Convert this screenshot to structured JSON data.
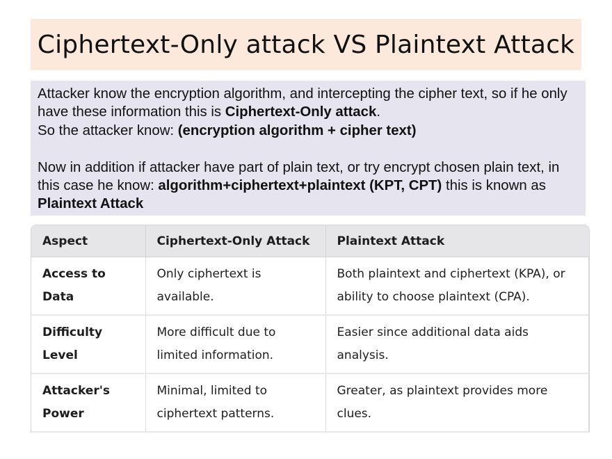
{
  "title": "Ciphertext-Only attack VS Plaintext Attack",
  "description": {
    "paragraph1": {
      "text_1": "Attacker know the encryption algorithm, and intercepting the cipher text, so if he only have these information this is ",
      "bold_1": "Ciphertext-Only attack",
      "text_2": "."
    },
    "paragraph2": {
      "text_1": "So the attacker know: ",
      "bold_1": "(encryption algorithm + cipher text)"
    },
    "paragraph3": {
      "text_1": "Now in addition if attacker have part of plain text, or try encrypt chosen plain text, in this case he know: ",
      "bold_1": "algorithm+ciphertext+plaintext (KPT, CPT)",
      "text_2": " this is known as ",
      "bold_2": "Plaintext Attack"
    }
  },
  "table": {
    "headers": [
      "Aspect",
      "Ciphertext-Only Attack",
      "Plaintext Attack"
    ],
    "rows": [
      {
        "aspect": "Access to Data",
        "ciphertext_only": "Only ciphertext is available.",
        "plaintext": "Both plaintext and ciphertext (KPA), or ability to choose plaintext (CPA)."
      },
      {
        "aspect": "Difficulty Level",
        "ciphertext_only": "More difficult due to limited information.",
        "plaintext": "Easier since additional data aids analysis."
      },
      {
        "aspect": "Attacker's Power",
        "ciphertext_only": "Minimal, limited to ciphertext patterns.",
        "plaintext": "Greater, as plaintext provides more clues."
      }
    ]
  },
  "colors": {
    "title_background": "#fce9dc",
    "description_background": "#e6e4ee",
    "table_header_background": "#e6e6e9"
  }
}
